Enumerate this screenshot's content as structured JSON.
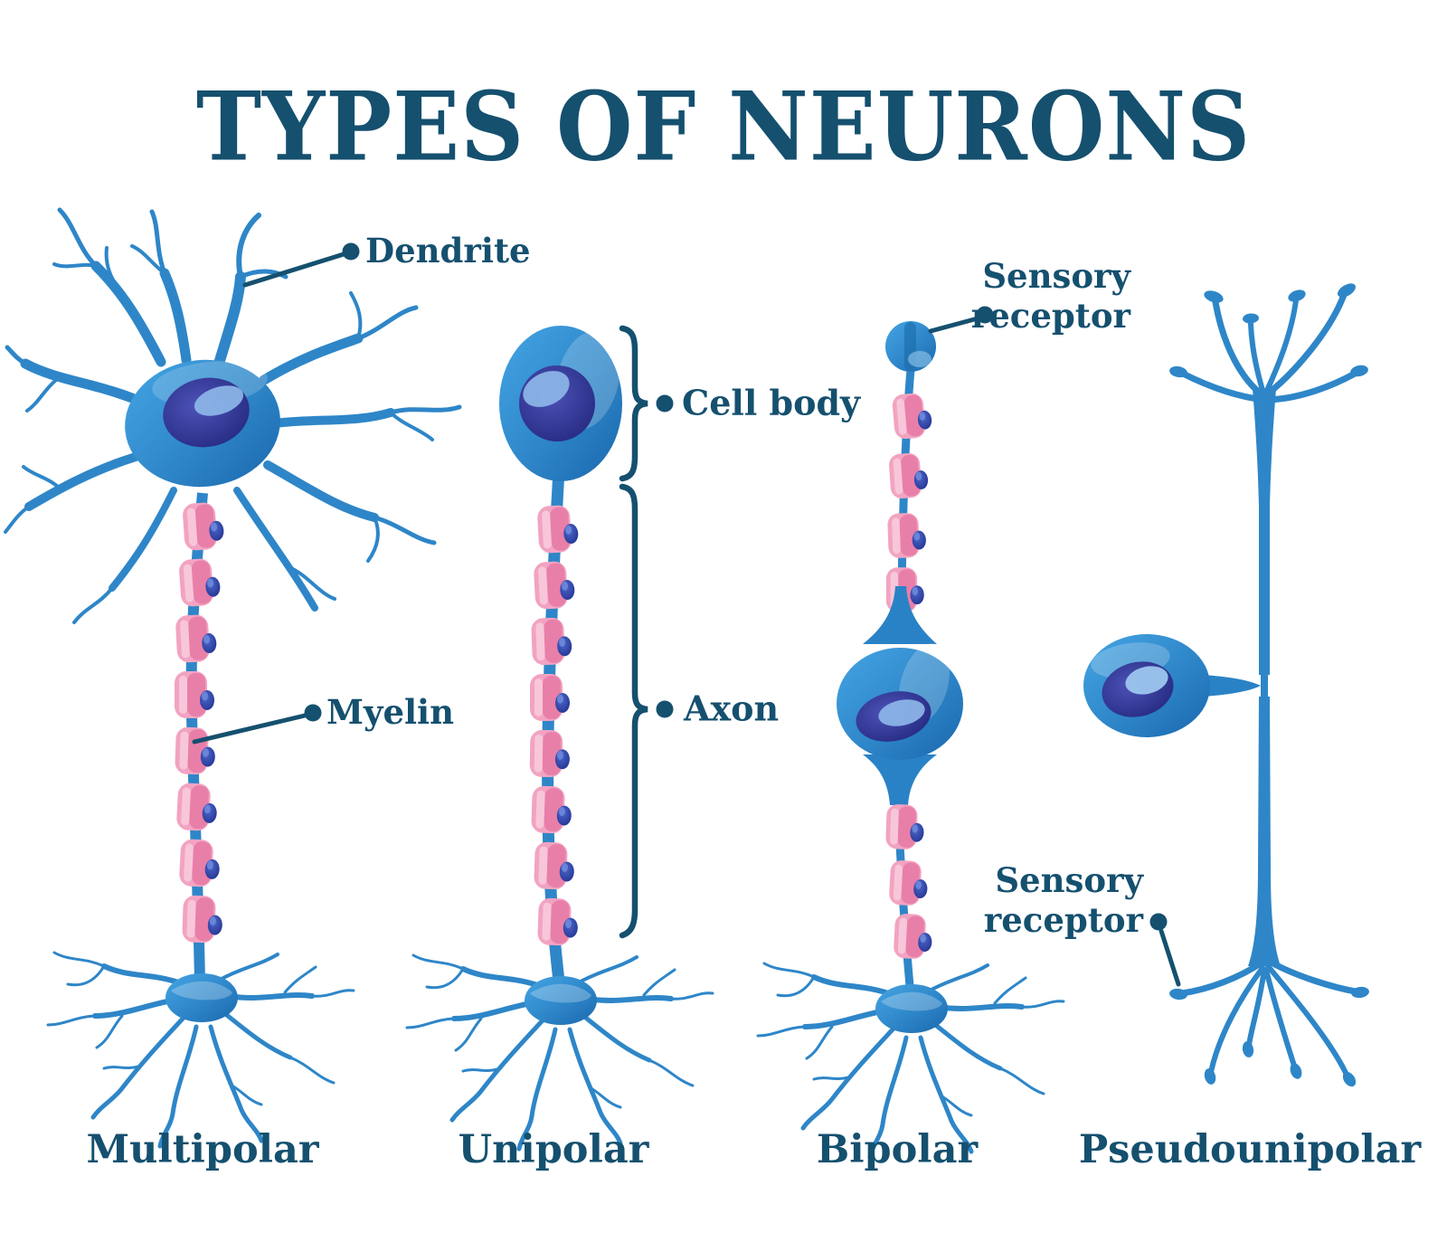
{
  "title": "TYPES OF NEURONS",
  "annotations": {
    "dendrite": "Dendrite",
    "cell_body": "Cell body",
    "axon": "Axon",
    "myelin": "Myelin",
    "sensory_receptor_bipolar": {
      "line1": "Sensory",
      "line2": "receptor"
    },
    "sensory_receptor_pseudounipolar": {
      "line1": "Sensory",
      "line2": "receptor"
    }
  },
  "neurons": [
    {
      "name": "Multipolar"
    },
    {
      "name": "Unipolar"
    },
    {
      "name": "Bipolar"
    },
    {
      "name": "Pseudounipolar"
    }
  ],
  "colors": {
    "background": "#ffffff",
    "label_text": "#15506f",
    "leader_line": "#15506f",
    "neuron_blue": "#2e86c8",
    "neuron_blue_light": "#45a5e4",
    "neuron_blue_dark": "#1a67ad",
    "nucleus_navy": "#262b85",
    "myelin_pink": "#f2a3c1",
    "myelin_pink_shade": "#e87fa9",
    "myelin_pink_highlight": "#f8c8da",
    "schwann_cell_blue": "#2c3f9f"
  }
}
